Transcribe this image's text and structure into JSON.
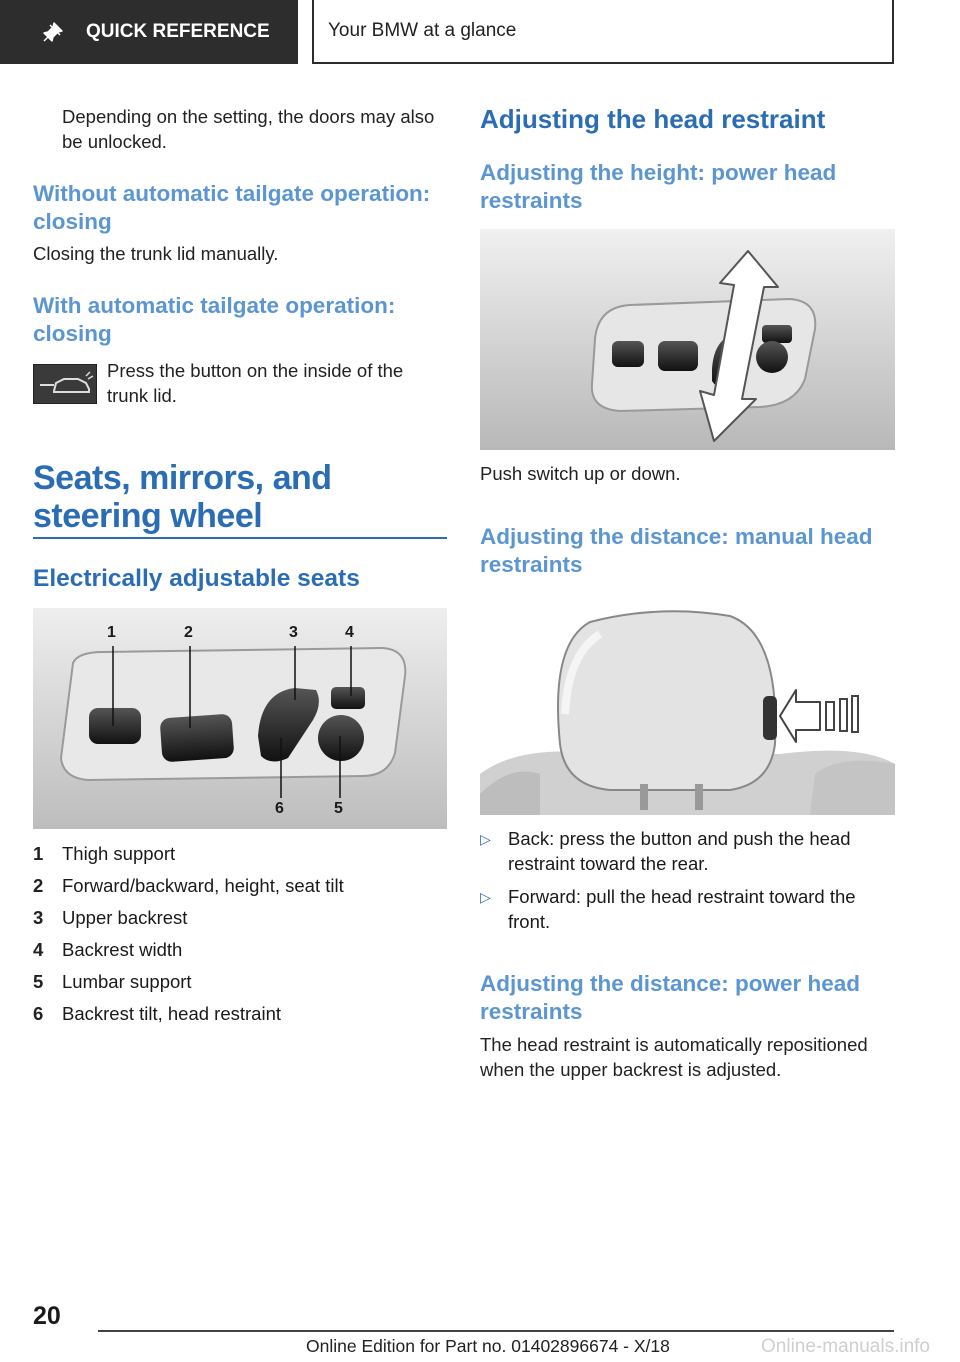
{
  "header": {
    "tab_label": "QUICK REFERENCE",
    "section_title": "Your BMW at a glance"
  },
  "left": {
    "intro_text": "Depending on the setting, the doors may also be unlocked.",
    "h_without_auto": "Without automatic tailgate operation: closing",
    "p_without_auto": "Closing the trunk lid manually.",
    "h_with_auto": "With automatic tailgate operation: closing",
    "p_with_auto": "Press the button on the inside of the trunk lid.",
    "chapter_title": "Seats, mirrors, and steering wheel",
    "h_elec_seats": "Electrically adjustable seats",
    "seat_fig_labels": [
      "1",
      "2",
      "3",
      "4",
      "6",
      "5"
    ],
    "seat_legend": [
      {
        "num": "1",
        "text": "Thigh support"
      },
      {
        "num": "2",
        "text": "Forward/backward, height, seat tilt"
      },
      {
        "num": "3",
        "text": "Upper backrest"
      },
      {
        "num": "4",
        "text": "Backrest width"
      },
      {
        "num": "5",
        "text": "Lumbar support"
      },
      {
        "num": "6",
        "text": "Backrest tilt, head restraint"
      }
    ]
  },
  "right": {
    "h_head_restraint": "Adjusting the head restraint",
    "h_height_power": "Adjusting the height: power head restraints",
    "p_push_switch": "Push switch up or down.",
    "h_distance_manual": "Adjusting the distance: manual head restraints",
    "bullets": [
      "Back: press the button and push the head restraint toward the rear.",
      "Forward: pull the head restraint toward the front."
    ],
    "h_distance_power": "Adjusting the distance: power head restraints",
    "p_distance_power": "The head restraint is automatically repositioned when the upper backrest is adjusted."
  },
  "footer": {
    "page_number": "20",
    "edition": "Online Edition for Part no. 01402896674 - X/18",
    "watermark": "Online-manuals.info"
  }
}
